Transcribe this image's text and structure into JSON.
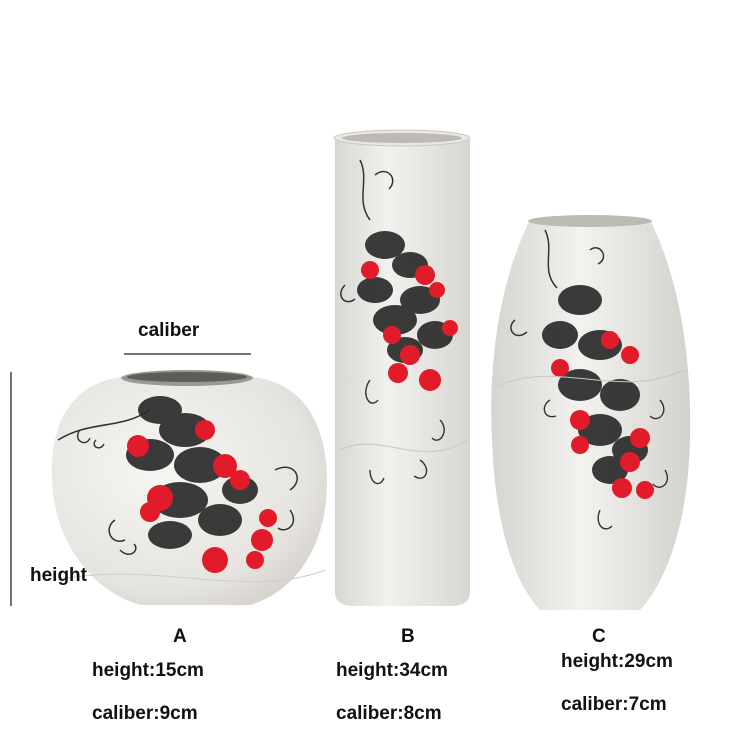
{
  "annotations": {
    "caliber_label": "caliber",
    "height_label": "height"
  },
  "vases": [
    {
      "letter": "A",
      "height": "height:15cm",
      "caliber": "caliber:9cm"
    },
    {
      "letter": "B",
      "height": "height:34cm",
      "caliber": "caliber:8cm"
    },
    {
      "letter": "C",
      "height": "height:29cm",
      "caliber": "caliber:7cm"
    }
  ],
  "colors": {
    "background": "#ffffff",
    "vase_body": "#eceae6",
    "grape_black": "#2b2b2b",
    "grape_red": "#e21b2a"
  }
}
